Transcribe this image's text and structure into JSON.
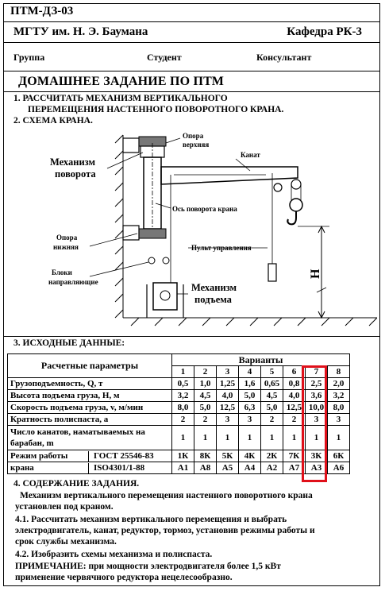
{
  "header": {
    "code": "ПТМ-ДЗ-03",
    "university": "МГТУ им. Н. Э. Баумана",
    "department": "Кафедра РК-3",
    "group_label": "Группа",
    "student_label": "Студент",
    "consultant_label": "Консультант"
  },
  "title": "ДОМАШНЕЕ ЗАДАНИЕ ПО ПТМ",
  "task": {
    "line1": "1. РАССЧИТАТЬ МЕХАНИЗМ ВЕРТИКАЛЬНОГО",
    "line2": "ПЕРЕМЕЩЕНИЯ НАСТЕННОГО   ПОВОРОТНОГО КРАНА.",
    "line3": "2. СХЕМА КРАНА."
  },
  "diagram": {
    "label_rotation1": "Механизм",
    "label_rotation2": "поворота",
    "label_top_support1": "Опора",
    "label_top_support2": "верхняя",
    "label_rope": "Канат",
    "label_axis": "Ось поворота крана",
    "label_bottom_support1": "Опора",
    "label_bottom_support2": "нижняя",
    "label_control": "Пульт управления",
    "label_blocks1": "Блоки",
    "label_blocks2": "направляющие",
    "label_lift1": "Механизм",
    "label_lift2": "подъема",
    "label_height": "Н"
  },
  "data_heading": "3. ИСХОДНЫЕ ДАННЫЕ:",
  "table": {
    "param_header": "Расчетные параметры",
    "variants_header": "Варианты",
    "variants": [
      "1",
      "2",
      "3",
      "4",
      "5",
      "6",
      "7",
      "8"
    ],
    "rows": [
      {
        "label": "Грузоподъемность, Q, т",
        "values": [
          "0,5",
          "1,0",
          "1,25",
          "1,6",
          "0,65",
          "0,8",
          "2,5",
          "2,0"
        ]
      },
      {
        "label": "Высота подъема груза, Н, м",
        "values": [
          "3,2",
          "4,5",
          "4,0",
          "5,0",
          "4,5",
          "4,0",
          "3,6",
          "3,2"
        ]
      },
      {
        "label": "Скорость подъема груза, v, м/мин",
        "values": [
          "8,0",
          "5,0",
          "12,5",
          "6,3",
          "5,0",
          "12,5",
          "10,0",
          "8,0"
        ]
      },
      {
        "label": "Кратность полиспаста, а",
        "values": [
          "2",
          "2",
          "3",
          "3",
          "2",
          "2",
          "3",
          "3"
        ]
      }
    ],
    "ropes_label1": "Число канатов, наматываемых на",
    "ropes_label2": "барабан, m",
    "ropes_values": [
      "1",
      "1",
      "1",
      "1",
      "1",
      "1",
      "1",
      "1"
    ],
    "mode_label1": "Режим работы",
    "mode_label2": "крана",
    "gost": "ГОСТ 25546-83",
    "iso": "ISO4301/1-88",
    "gost_values": [
      "1К",
      "8К",
      "5К",
      "4К",
      "2К",
      "7К",
      "3К",
      "6К"
    ],
    "iso_values": [
      "A1",
      "A8",
      "A5",
      "A4",
      "A2",
      "A7",
      "A3",
      "A6"
    ]
  },
  "content": {
    "heading": "4. СОДЕРЖАНИЕ ЗАДАНИЯ.",
    "p1a": "Механизм вертикального перемещения  настенного поворотного крана",
    "p1b": "установлен под краном.",
    "p2a": "4.1. Рассчитать механизм вертикального перемещения и выбрать",
    "p2b": "электродвигатель, канат, редуктор, тормоз, установив режимы работы и",
    "p2c": "срок службы механизма.",
    "p3": "4.2. Изобразить схемы механизма и полиспаста.",
    "note_label": "ПРИМЕЧАНИЕ:",
    "note_text": "  при мощности электродвигателя более 1,5 кВт",
    "note_line2": "применение червячного редуктора нецелесообразно."
  },
  "colors": {
    "highlight": "#e0101a"
  }
}
